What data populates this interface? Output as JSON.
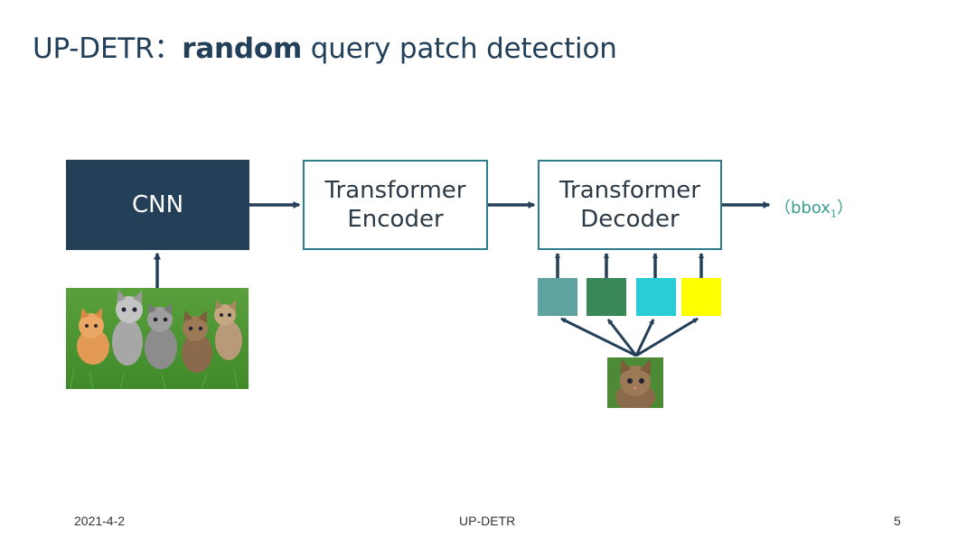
{
  "slide": {
    "title_prefix": "UP-DETR：",
    "title_emphasis": "random",
    "title_suffix": " query patch detection"
  },
  "diagram": {
    "cnn_label": "CNN",
    "encoder_line1": "Transformer",
    "encoder_line2": "Encoder",
    "decoder_line1": "Transformer",
    "decoder_line2": "Decoder",
    "output_label_open": "（bbox",
    "output_label_sub": "1",
    "output_label_close": "）",
    "patch_colors": [
      "#5fa3a0",
      "#3a8758",
      "#29cdd6",
      "#ffff00"
    ],
    "arrow_color": "#243f58"
  },
  "footer": {
    "date": "2021-4-2",
    "center": "UP-DETR",
    "page": "5"
  }
}
